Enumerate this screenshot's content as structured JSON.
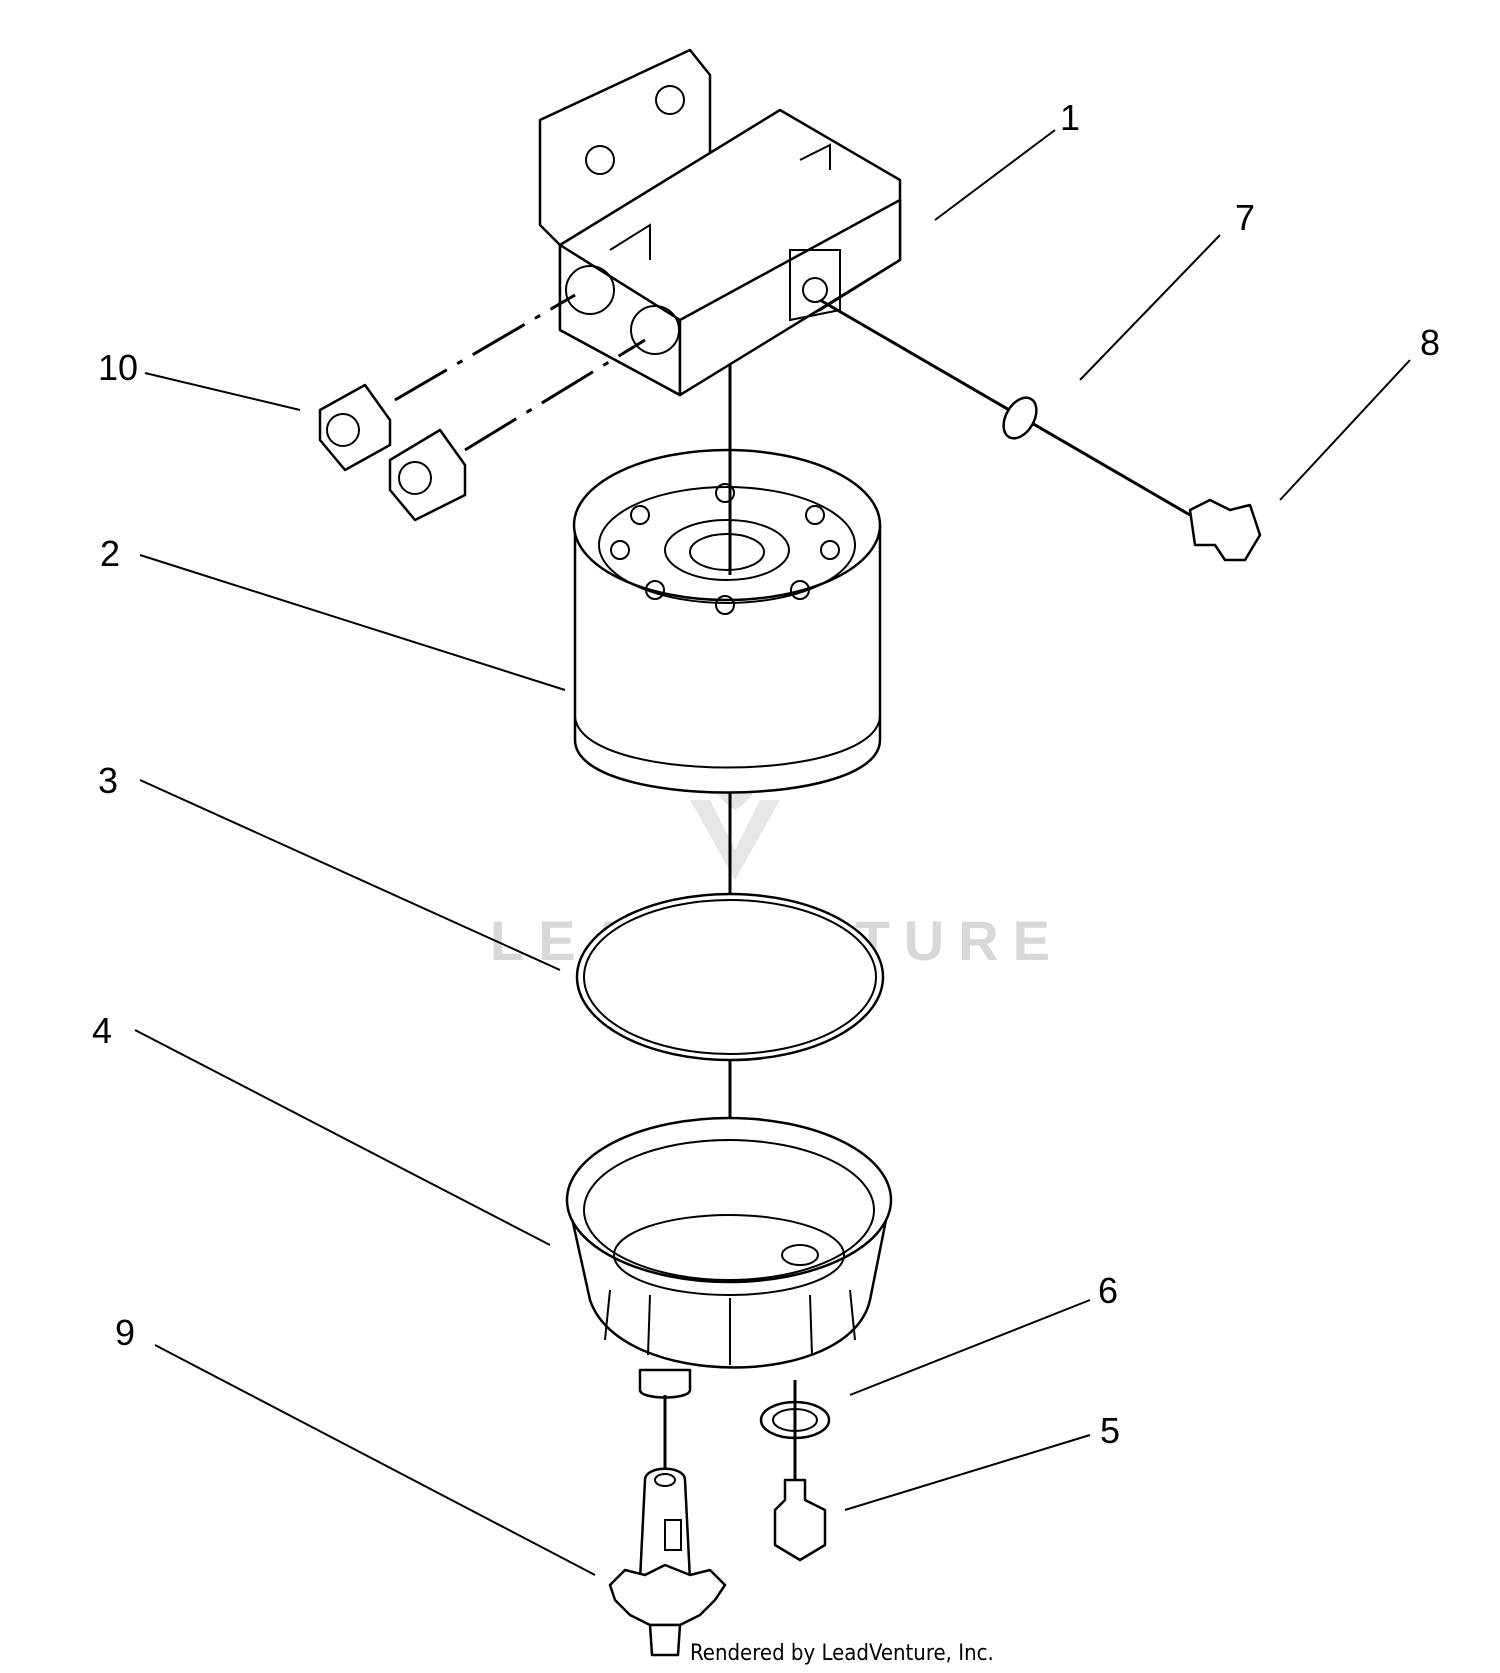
{
  "diagram": {
    "callouts": [
      {
        "id": "1",
        "label": "1"
      },
      {
        "id": "2",
        "label": "2"
      },
      {
        "id": "3",
        "label": "3"
      },
      {
        "id": "4",
        "label": "4"
      },
      {
        "id": "5",
        "label": "5"
      },
      {
        "id": "6",
        "label": "6"
      },
      {
        "id": "7",
        "label": "7"
      },
      {
        "id": "8",
        "label": "8"
      },
      {
        "id": "9",
        "label": "9"
      },
      {
        "id": "10",
        "label": "10"
      }
    ],
    "footer_credit": "Rendered by LeadVenture, Inc.",
    "watermark": "LEADVENTURE"
  },
  "colors": {
    "line": "#000000",
    "background": "#ffffff",
    "watermark": "#d8d8d8"
  }
}
